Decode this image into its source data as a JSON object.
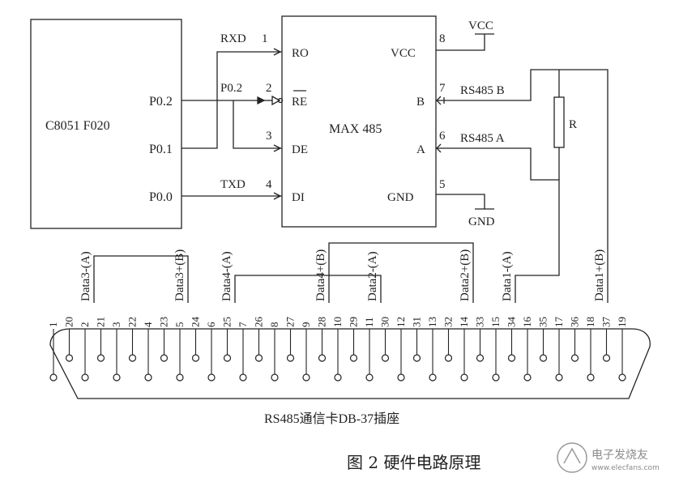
{
  "mcu": {
    "name": "C8051 F020",
    "pins": [
      "P0.2",
      "P0.1",
      "P0.0"
    ]
  },
  "transceiver": {
    "name": "MAX 485",
    "left_pins": [
      {
        "label": "RO",
        "num": "1",
        "signal": "RXD"
      },
      {
        "label": "RE",
        "num": "2",
        "signal": "P0.2"
      },
      {
        "label": "DE",
        "num": "3",
        "signal": ""
      },
      {
        "label": "DI",
        "num": "4",
        "signal": "TXD"
      }
    ],
    "right_pins": [
      {
        "label": "VCC",
        "num": "8",
        "signal": ""
      },
      {
        "label": "B",
        "num": "7",
        "signal": "RS485 B"
      },
      {
        "label": "A",
        "num": "6",
        "signal": "RS485 A"
      },
      {
        "label": "GND",
        "num": "5",
        "signal": ""
      }
    ]
  },
  "power": {
    "vcc": "VCC",
    "gnd": "GND"
  },
  "resistor": "R",
  "data_labels": [
    "Data3-(A)",
    "Data3+(B)",
    "Data4-(A)",
    "Data4+(B)",
    "Data2-(A)",
    "Data2+(B)",
    "Data1-(A)",
    "Data1+(B)"
  ],
  "connector": {
    "top_row": [
      "1",
      "20",
      "2",
      "21",
      "3",
      "22",
      "4",
      "23",
      "5",
      "24",
      "6",
      "25",
      "7",
      "26",
      "8",
      "27",
      "9",
      "28",
      "10",
      "29",
      "11",
      "30",
      "12",
      "31",
      "13",
      "32",
      "14",
      "33",
      "15",
      "34",
      "16",
      "35",
      "17",
      "36",
      "18",
      "37",
      "19"
    ],
    "label": "RS485通信卡DB-37插座"
  },
  "caption": "图 2  硬件电路原理",
  "watermark": {
    "text": "电子发烧友",
    "url": "www.elecfans.com"
  }
}
